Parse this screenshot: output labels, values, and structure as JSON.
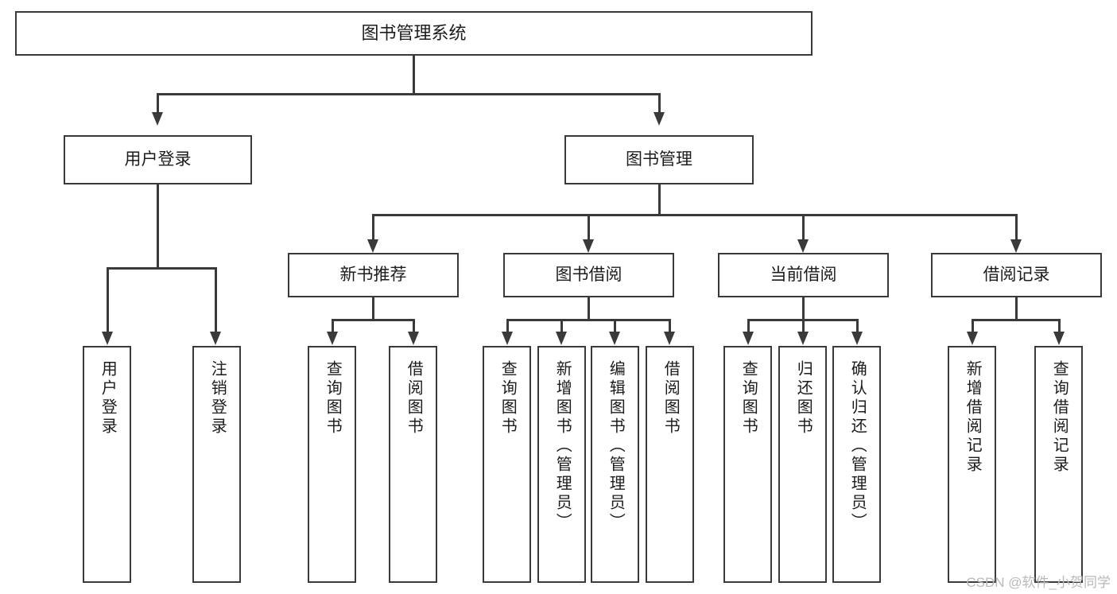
{
  "diagram": {
    "title": "图书管理系统",
    "type": "tree",
    "root": {
      "label": "图书管理系统"
    },
    "level2": [
      {
        "label": "用户登录"
      },
      {
        "label": "图书管理"
      }
    ],
    "level3": [
      {
        "label": "新书推荐"
      },
      {
        "label": "图书借阅"
      },
      {
        "label": "当前借阅"
      },
      {
        "label": "借阅记录"
      }
    ],
    "leaves": {
      "user_login": [
        {
          "label": "用户登录"
        },
        {
          "label": "注销登录"
        }
      ],
      "new_book_recommend": [
        {
          "label": "查询图书"
        },
        {
          "label": "借阅图书"
        }
      ],
      "book_borrow": [
        {
          "label": "查询图书"
        },
        {
          "label": "新增图书（管理员）"
        },
        {
          "label": "编辑图书（管理员）"
        },
        {
          "label": "借阅图书"
        }
      ],
      "current_borrow": [
        {
          "label": "查询图书"
        },
        {
          "label": "归还图书"
        },
        {
          "label": "确认归还（管理员）"
        }
      ],
      "borrow_record": [
        {
          "label": "新增借阅记录"
        },
        {
          "label": "查询借阅记录"
        }
      ]
    }
  },
  "watermark": {
    "text": "CSDN @软件_小贺同学"
  },
  "colors": {
    "box_border": "#3a3a3a",
    "box_fill": "#ffffff",
    "text": "#1c1c1c",
    "connector": "#3a3a3a",
    "watermark": "#b9b9b9",
    "background": "#ffffff"
  }
}
